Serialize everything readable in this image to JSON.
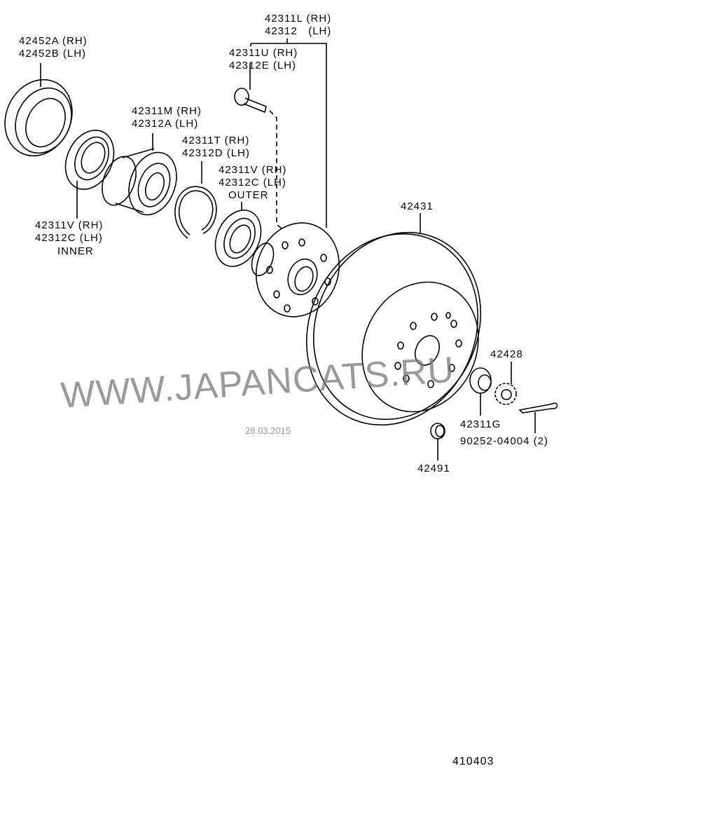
{
  "labels": {
    "hub_rh": "42311L (RH)",
    "hub_lh": "42312   (LH)",
    "cover_rh": "42452A (RH)",
    "cover_lh": "42452B (LH)",
    "bolt_rh": "42311U (RH)",
    "bolt_lh": "42312E (LH)",
    "bearing_rh": "42311M (RH)",
    "bearing_lh": "42312A (LH)",
    "snapring_rh": "42311T (RH)",
    "snapring_lh": "42312D (LH)",
    "seal_outer_rh": "42311V (RH)",
    "seal_outer_lh": "42312C (LH)",
    "seal_outer_note": "OUTER",
    "seal_inner_rh": "42311V (RH)",
    "seal_inner_lh": "42312C (LH)",
    "seal_inner_note": "INNER",
    "disc": "42431",
    "nut_lock_cap": "42428",
    "nut": "42311G",
    "cotter_pin": "90252-04004 (2)",
    "grease_cap": "42491"
  },
  "watermark": "WWW.JAPANCATS.RU",
  "date": "28.03.2015",
  "diagram_code": "410403"
}
